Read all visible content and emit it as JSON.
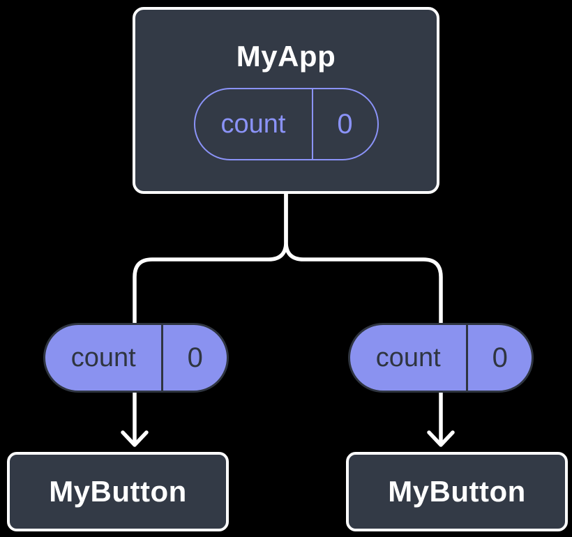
{
  "root": {
    "title": "MyApp",
    "pill": {
      "label": "count",
      "value": "0"
    }
  },
  "children": [
    {
      "pill": {
        "label": "count",
        "value": "0"
      },
      "title": "MyButton"
    },
    {
      "pill": {
        "label": "count",
        "value": "0"
      },
      "title": "MyButton"
    }
  ],
  "colors": {
    "background": "#000000",
    "box_fill": "#333A46",
    "box_border": "#FFFFFF",
    "box_title_text": "#FFFFFF",
    "pill_outline": "#8B93F8",
    "pill_fill": "#8A92F0",
    "pill_dark": "#2F3540",
    "connector": "#FFFFFF"
  }
}
